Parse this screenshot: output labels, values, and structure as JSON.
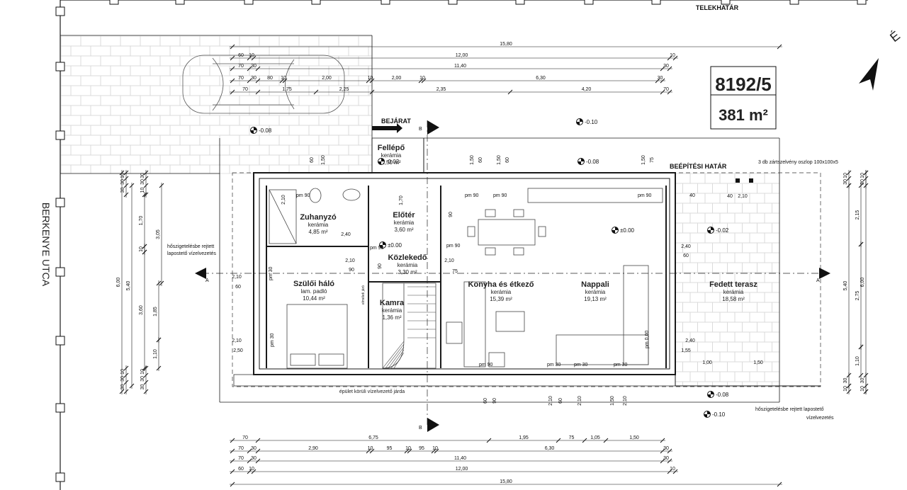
{
  "labels": {
    "telekhatar": "TELEKHATÁR",
    "north": "É",
    "parcel": "8192/5",
    "parcel_area": "381 m²",
    "bejarat": "BEJÁRAT",
    "beepitesi_hatar": "BEÉPÍTÉSI HATÁR",
    "street": "BERKENYE UTCA",
    "columns_note": "3 db zártszelvény oszlop 100x100x5",
    "drain_note_left_1": "hőszigetelésbe rejtett",
    "drain_note_left_2": "lapostető vízelvezetés",
    "drain_note_right_1": "hőszigetelésbe rejtett lapostető",
    "drain_note_right_2": "vízelvezetés",
    "walkway": "épület körüli vízelvezető járda",
    "section_a": "A",
    "section_b": "B",
    "stair_note": "elméleti járó"
  },
  "rooms": [
    {
      "name": "Fellépő",
      "material": "kerámia",
      "area": "1,50 m²"
    },
    {
      "name": "Zuhanyzó",
      "material": "kerámia",
      "area": "4,85 m²"
    },
    {
      "name": "Előtér",
      "material": "kerámia",
      "area": "3,60 m²"
    },
    {
      "name": "Közlekedő",
      "material": "kerámia",
      "area": "3,30 m²"
    },
    {
      "name": "Szülői háló",
      "material": "lam. padló",
      "area": "10,44 m²"
    },
    {
      "name": "Kamra",
      "material": "kerámia",
      "area": "1,36 m²"
    },
    {
      "name": "Konyha és étkező",
      "material": "kerámia",
      "area": "15,39 m²"
    },
    {
      "name": "Nappali",
      "material": "kerámia",
      "area": "19,13 m²"
    },
    {
      "name": "Fedett terasz",
      "material": "kerámia",
      "area": "18,58 m²"
    }
  ],
  "levels": [
    "-0.08",
    "-0.10",
    "-0.02",
    "-0.08",
    "±0.00",
    "-0.02",
    "±0.00",
    "-0.08",
    "-0.10"
  ],
  "dims_top": {
    "row1": [
      "15,80"
    ],
    "row2": [
      "60",
      "10",
      "12,00",
      "10"
    ],
    "row3": [
      "70",
      "30",
      "11,40",
      "30"
    ],
    "row4": [
      "70",
      "30",
      "80",
      "10",
      "2,00",
      "10",
      "2,00",
      "10",
      "6,30",
      "30"
    ],
    "row5": [
      "70",
      "1,75",
      "2,25",
      "2,35",
      "4,20",
      "70"
    ]
  },
  "dims_bottom": {
    "row1": [
      "70",
      "6,75",
      "1,95",
      "75",
      "1,05",
      "1,50"
    ],
    "row2": [
      "70",
      "30",
      "2,90",
      "10",
      "95",
      "10",
      "95",
      "10",
      "6,30",
      "30"
    ],
    "row3": [
      "70",
      "30",
      "11,40",
      "30"
    ],
    "row4": [
      "60",
      "10",
      "12,00",
      "10"
    ],
    "row5": [
      "15,80"
    ]
  },
  "dims_left": [
    "10",
    "30",
    "30",
    "1,70",
    "3,05",
    "10",
    "5,40",
    "6,00",
    "3,60",
    "1,85",
    "1,10",
    "10",
    "30",
    "30"
  ],
  "dims_right": [
    "10",
    "30",
    "2,15",
    "5,40",
    "6,00",
    "2,75",
    "1,10",
    "30",
    "10"
  ],
  "inner_marks": [
    "pm 90",
    "pm 90",
    "pm 90",
    "pm 90",
    "pm 90",
    "pm 30",
    "pm 30",
    "pm 90",
    "pm 30",
    "pm 30",
    "pm 30",
    "pm 0,00",
    "pm 90"
  ],
  "inner_dims": [
    "60",
    "1,50",
    "1,50",
    "60",
    "1,50",
    "60",
    "1,50",
    "75",
    "2,10",
    "2,40",
    "1,70",
    "90",
    "2,10",
    "90",
    "2,10",
    "75",
    "90",
    "2,10",
    "60",
    "2,10",
    "2,50",
    "2,40",
    "60",
    "2,40",
    "1,55",
    "40",
    "40",
    "2,10",
    "1,00",
    "1,50",
    "60",
    "90",
    "2,10",
    "60",
    "2,10",
    "1,50",
    "2,10"
  ],
  "colors": {
    "line": "#1a1a1a",
    "tile": "#d8d8d8",
    "area_gray": "#777777"
  }
}
